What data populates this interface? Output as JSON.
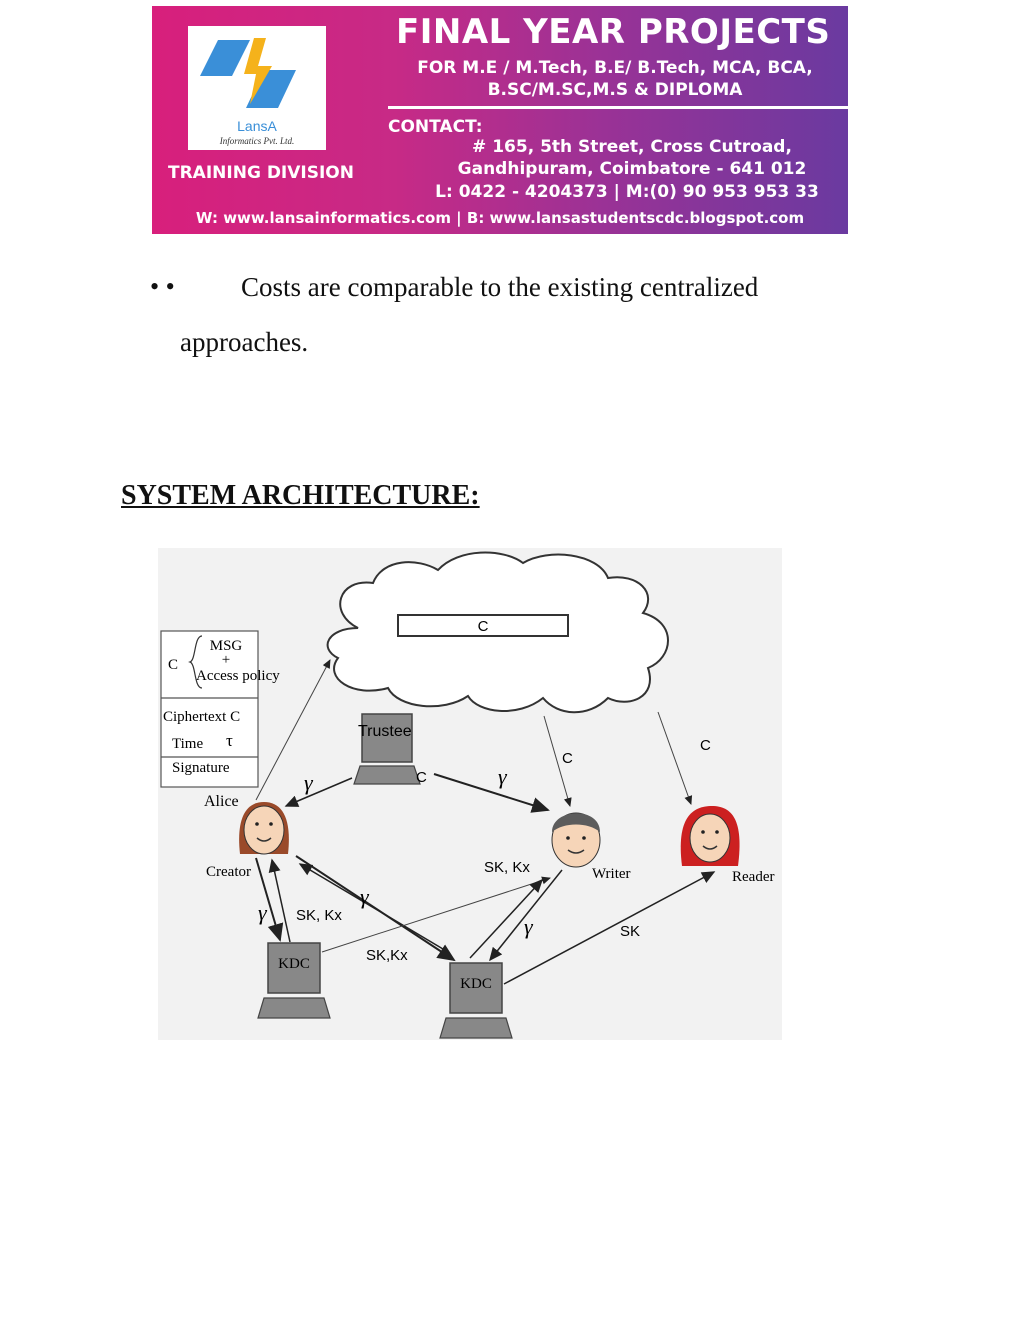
{
  "banner": {
    "logo_name": "LansA",
    "logo_sub": "Informatics Pvt. Ltd.",
    "title": "FINAL YEAR PROJECTS",
    "for_line1": "FOR M.E / M.Tech, B.E/ B.Tech, MCA, BCA,",
    "for_line2": "B.SC/M.SC,M.S & DIPLOMA",
    "contact_label": "CONTACT:",
    "address": "# 165, 5th Street, Cross Cutroad,",
    "city": "Gandhipuram, Coimbatore - 641 012",
    "phone": "L: 0422 - 4204373 | M:(0) 90 953 953 33",
    "training": "TRAINING DIVISION",
    "web": "W: www.lansainformatics.com | B: www.lansastudentscdc.blogspot.com",
    "colors": {
      "start": "#d81f7c",
      "end": "#6a3aa0",
      "logo_blue": "#3a8fd8",
      "logo_yellow": "#f5b21b"
    }
  },
  "content": {
    "bullets": "• •",
    "bullet_text_1": "Costs are comparable to the existing centralized",
    "bullet_text_2": "approaches.",
    "heading": "SYSTEM ARCHITECTURE:"
  },
  "diagram": {
    "cloud_box_label": "C",
    "legend": {
      "c": "C",
      "msg": "MSG",
      "plus": "+",
      "access_policy": "Access policy",
      "ciphertext": "Ciphertext C",
      "time": "Time",
      "time_symbol": "τ",
      "signature": "Signature"
    },
    "trustee": "Trustee",
    "trustee_c": "C",
    "alice": "Alice",
    "creator": "Creator",
    "writer": "Writer",
    "reader": "Reader",
    "kdc": "KDC",
    "gamma": "γ",
    "c_label": "C",
    "sk_kx": "SK, Kx",
    "sk_kx2": "SK,Kx",
    "sk": "SK"
  }
}
